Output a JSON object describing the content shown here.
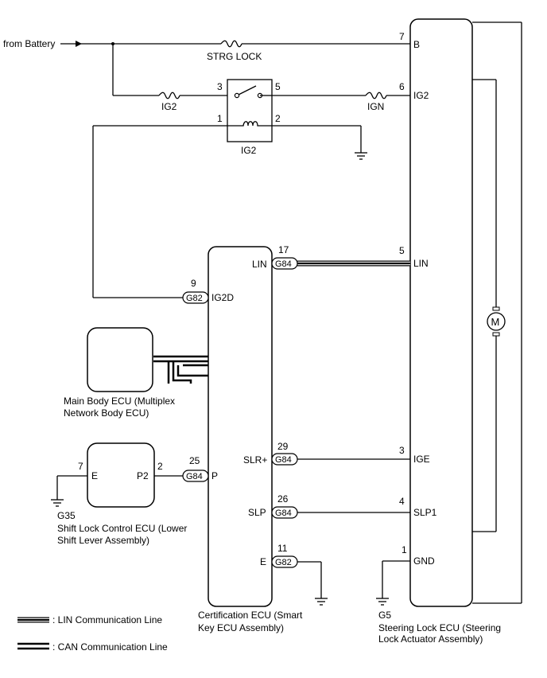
{
  "battery_label": "from Battery",
  "fuses": {
    "strg_lock": "STRG LOCK",
    "ig2": "IG2",
    "ign": "IGN"
  },
  "relay": {
    "label": "IG2",
    "pin_3": "3",
    "pin_5": "5",
    "pin_1": "1",
    "pin_2": "2"
  },
  "steering_lock_ecu": {
    "name_line1": "Steering Lock ECU (Steering",
    "name_line2": "Lock Actuator Assembly)",
    "ground_code": "G5",
    "motor_symbol": "M",
    "pins": {
      "b_num": "7",
      "b_label": "B",
      "ig2_num": "6",
      "ig2_label": "IG2",
      "lin_num": "5",
      "lin_label": "LIN",
      "ige_num": "3",
      "ige_label": "IGE",
      "slp1_num": "4",
      "slp1_label": "SLP1",
      "gnd_num": "1",
      "gnd_label": "GND"
    }
  },
  "certification_ecu": {
    "name_line1": "Certification ECU (Smart",
    "name_line2": "Key ECU Assembly)",
    "pins": {
      "lin_num": "17",
      "lin_conn": "G84",
      "lin_label": "LIN",
      "ig2d_num": "9",
      "ig2d_conn": "G82",
      "ig2d_label": "IG2D",
      "slr_num": "29",
      "slr_conn": "G84",
      "slr_label": "SLR+",
      "slp_num": "26",
      "slp_conn": "G84",
      "slp_label": "SLP",
      "e_num": "11",
      "e_conn": "G82",
      "e_label": "E",
      "p_num": "25",
      "p_conn": "G84",
      "p_label": "P"
    }
  },
  "main_body_ecu": {
    "name_line1": "Main Body ECU (Multiplex",
    "name_line2": "Network Body ECU)"
  },
  "shift_lock_ecu": {
    "name_line1": "Shift Lock Control ECU (Lower",
    "name_line2": "Shift Lever Assembly)",
    "ground_code": "G35",
    "pin_e_num": "7",
    "pin_e_label": "E",
    "pin_p2_num": "2",
    "pin_p2_label": "P2"
  },
  "legend": {
    "lin": ": LIN Communication Line",
    "can": ": CAN Communication Line"
  }
}
